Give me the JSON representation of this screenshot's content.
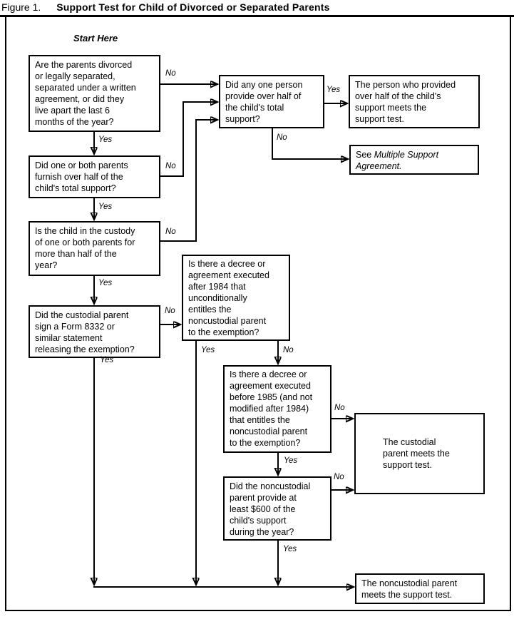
{
  "title": {
    "figure_label": "Figure 1.",
    "text": "Support Test for Child of Divorced or Separated Parents"
  },
  "flowchart": {
    "start_here": "Start Here",
    "yes": "Yes",
    "no": "No",
    "boxes": {
      "q_parents_divorced": "Are the parents divorced\nor legally separated,\nseparated under a written\nagreement, or did they\nlive apart the last 6\nmonths of the year?",
      "q_parents_furnish_half": "Did one or both parents\nfurnish over half of the\nchild's total support?",
      "q_child_custody": "Is the child in the custody\nof one or both parents for\nmore than half of the\nyear?",
      "q_form_8332": "Did the custodial parent\nsign a Form 8332 or\nsimilar statement\nreleasing the exemption?",
      "q_one_person_half": "Did any one person\nprovide over half of\nthe child's total\nsupport?",
      "r_person_meets_test": "The person who provided\nover half of the child's\nsupport meets the\nsupport test.",
      "r_see_prefix": "See ",
      "r_see_reference": "Multiple Support\nAgreement.",
      "q_decree_after_1984": "Is there a decree or\nagreement executed\nafter 1984 that\nunconditionally\nentitles the\nnoncustodial parent\nto the exemption?",
      "q_decree_before_1985": "Is there a decree or\nagreement executed\nbefore 1985 (and not\nmodified after 1984)\nthat entitles the\nnoncustodial parent\nto the exemption?",
      "q_noncustodial_600": "Did the noncustodial\nparent provide at\nleast $600 of the\nchild's support\nduring the year?",
      "r_custodial_meets_test": "The custodial\nparent meets the\nsupport test.",
      "r_noncustodial_meets_test": "The noncustodial parent\nmeets the support test."
    }
  }
}
